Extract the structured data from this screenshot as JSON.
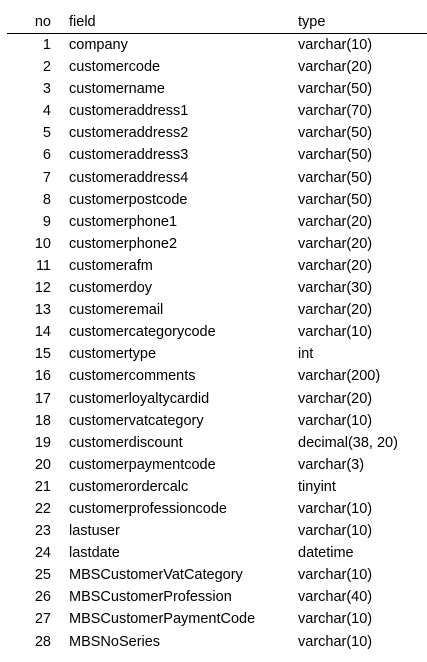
{
  "table": {
    "headers": {
      "no": "no",
      "field": "field",
      "type": "type"
    },
    "rows": [
      {
        "no": "1",
        "field": "company",
        "type": "varchar(10)"
      },
      {
        "no": "2",
        "field": "customercode",
        "type": "varchar(20)"
      },
      {
        "no": "3",
        "field": "customername",
        "type": "varchar(50)"
      },
      {
        "no": "4",
        "field": "customeraddress1",
        "type": "varchar(70)"
      },
      {
        "no": "5",
        "field": "customeraddress2",
        "type": "varchar(50)"
      },
      {
        "no": "6",
        "field": "customeraddress3",
        "type": "varchar(50)"
      },
      {
        "no": "7",
        "field": "customeraddress4",
        "type": "varchar(50)"
      },
      {
        "no": "8",
        "field": "customerpostcode",
        "type": "varchar(50)"
      },
      {
        "no": "9",
        "field": "customerphone1",
        "type": "varchar(20)"
      },
      {
        "no": "10",
        "field": "customerphone2",
        "type": "varchar(20)"
      },
      {
        "no": "11",
        "field": "customerafm",
        "type": "varchar(20)"
      },
      {
        "no": "12",
        "field": "customerdoy",
        "type": "varchar(30)"
      },
      {
        "no": "13",
        "field": "customeremail",
        "type": "varchar(20)"
      },
      {
        "no": "14",
        "field": "customercategorycode",
        "type": "varchar(10)"
      },
      {
        "no": "15",
        "field": "customertype",
        "type": "int"
      },
      {
        "no": "16",
        "field": "customercomments",
        "type": "varchar(200)"
      },
      {
        "no": "17",
        "field": "customerloyaltycardid",
        "type": "varchar(20)"
      },
      {
        "no": "18",
        "field": "customervatcategory",
        "type": "varchar(10)"
      },
      {
        "no": "19",
        "field": "customerdiscount",
        "type": "decimal(38, 20)"
      },
      {
        "no": "20",
        "field": "customerpaymentcode",
        "type": "varchar(3)"
      },
      {
        "no": "21",
        "field": "customerordercalc",
        "type": "tinyint"
      },
      {
        "no": "22",
        "field": "customerprofessioncode",
        "type": "varchar(10)"
      },
      {
        "no": "23",
        "field": "lastuser",
        "type": "varchar(10)"
      },
      {
        "no": "24",
        "field": "lastdate",
        "type": "datetime"
      },
      {
        "no": "25",
        "field": "MBSCustomerVatCategory",
        "type": "varchar(10)"
      },
      {
        "no": "26",
        "field": "MBSCustomerProfession",
        "type": "varchar(40)"
      },
      {
        "no": "27",
        "field": "MBSCustomerPaymentCode",
        "type": "varchar(10)"
      },
      {
        "no": "28",
        "field": "MBSNoSeries",
        "type": "varchar(10)"
      }
    ]
  }
}
